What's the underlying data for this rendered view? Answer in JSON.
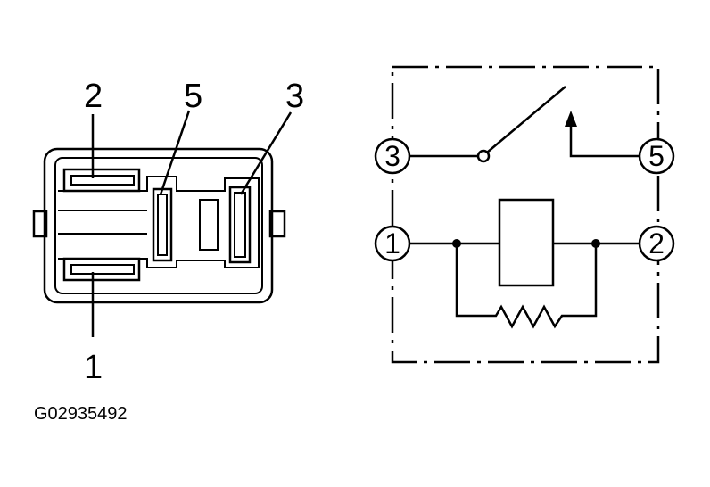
{
  "connector": {
    "pin_labels": {
      "pin_2": "2",
      "pin_5": "5",
      "pin_3": "3",
      "pin_1": "1"
    }
  },
  "schematic": {
    "terminals": {
      "t3": "3",
      "t5": "5",
      "t1": "1",
      "t2": "2"
    }
  },
  "figure_code": "G02935492"
}
